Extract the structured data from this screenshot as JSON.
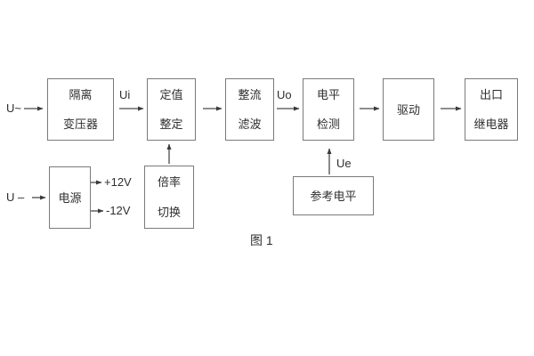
{
  "figure": {
    "caption": "图 1"
  },
  "colors": {
    "line": "#4a4a4a",
    "box_border": "#7a7a7a",
    "text": "#2f2f2f",
    "background": "#ffffff"
  },
  "inputs": {
    "ac_label": "U~",
    "dc_label": "U –"
  },
  "signal_labels": {
    "ui": "Ui",
    "uo": "Uo",
    "ue": "Ue",
    "plus_12v": "+12V",
    "minus_12v": "-12V"
  },
  "blocks": {
    "isolation_transformer": {
      "line1": "隔离",
      "line2": "变压器"
    },
    "setting_adjustment": {
      "line1": "定值",
      "line2": "整定"
    },
    "rectifier_filter": {
      "line1": "整流",
      "line2": "滤波"
    },
    "level_detection": {
      "line1": "电平",
      "line2": "检测"
    },
    "drive": {
      "label": "驱动"
    },
    "output_relay": {
      "line1": "出口",
      "line2": "继电器"
    },
    "power_supply": {
      "label": "电源"
    },
    "ratio_switching": {
      "line1": "倍率",
      "line2": "切换"
    },
    "reference_level": {
      "label": "参考电平"
    }
  }
}
